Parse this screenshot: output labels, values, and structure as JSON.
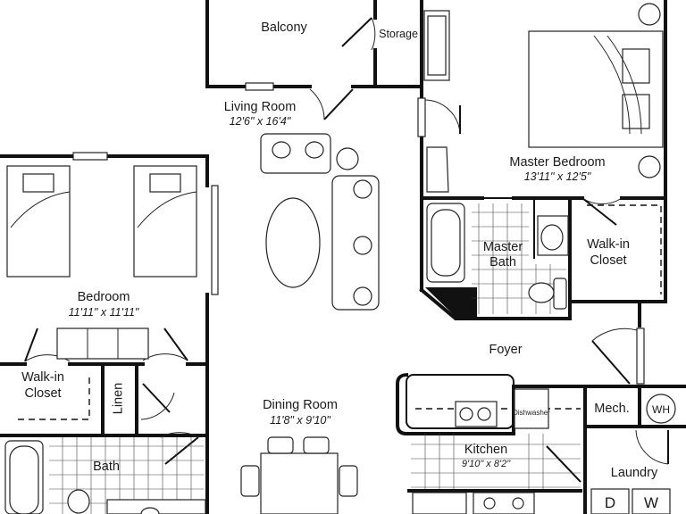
{
  "rooms": {
    "balcony": {
      "name": "Balcony"
    },
    "storage": {
      "name": "Storage"
    },
    "living_room": {
      "name": "Living Room",
      "dim": "12'6\" x 16'4\""
    },
    "master_bedroom": {
      "name": "Master Bedroom",
      "dim": "13'11\" x 12'5\""
    },
    "master_bath": {
      "line1": "Master",
      "line2": "Bath"
    },
    "master_closet": {
      "line1": "Walk-in",
      "line2": "Closet"
    },
    "bedroom": {
      "name": "Bedroom",
      "dim": "11'11\" x 11'11\""
    },
    "closet": {
      "line1": "Walk-in",
      "line2": "Closet"
    },
    "linen": {
      "name": "Linen"
    },
    "foyer": {
      "name": "Foyer"
    },
    "dining_room": {
      "name": "Dining Room",
      "dim": "11'8\" x 9'10\""
    },
    "mech": {
      "name": "Mech."
    },
    "kitchen": {
      "name": "Kitchen",
      "dim": "9'10\" x 8'2\""
    },
    "laundry": {
      "name": "Laundry"
    },
    "bath": {
      "name": "Bath"
    }
  },
  "fixtures": {
    "dishwasher": "Dishwasher",
    "water_heater": "WH",
    "dryer": "D",
    "washer": "W"
  }
}
